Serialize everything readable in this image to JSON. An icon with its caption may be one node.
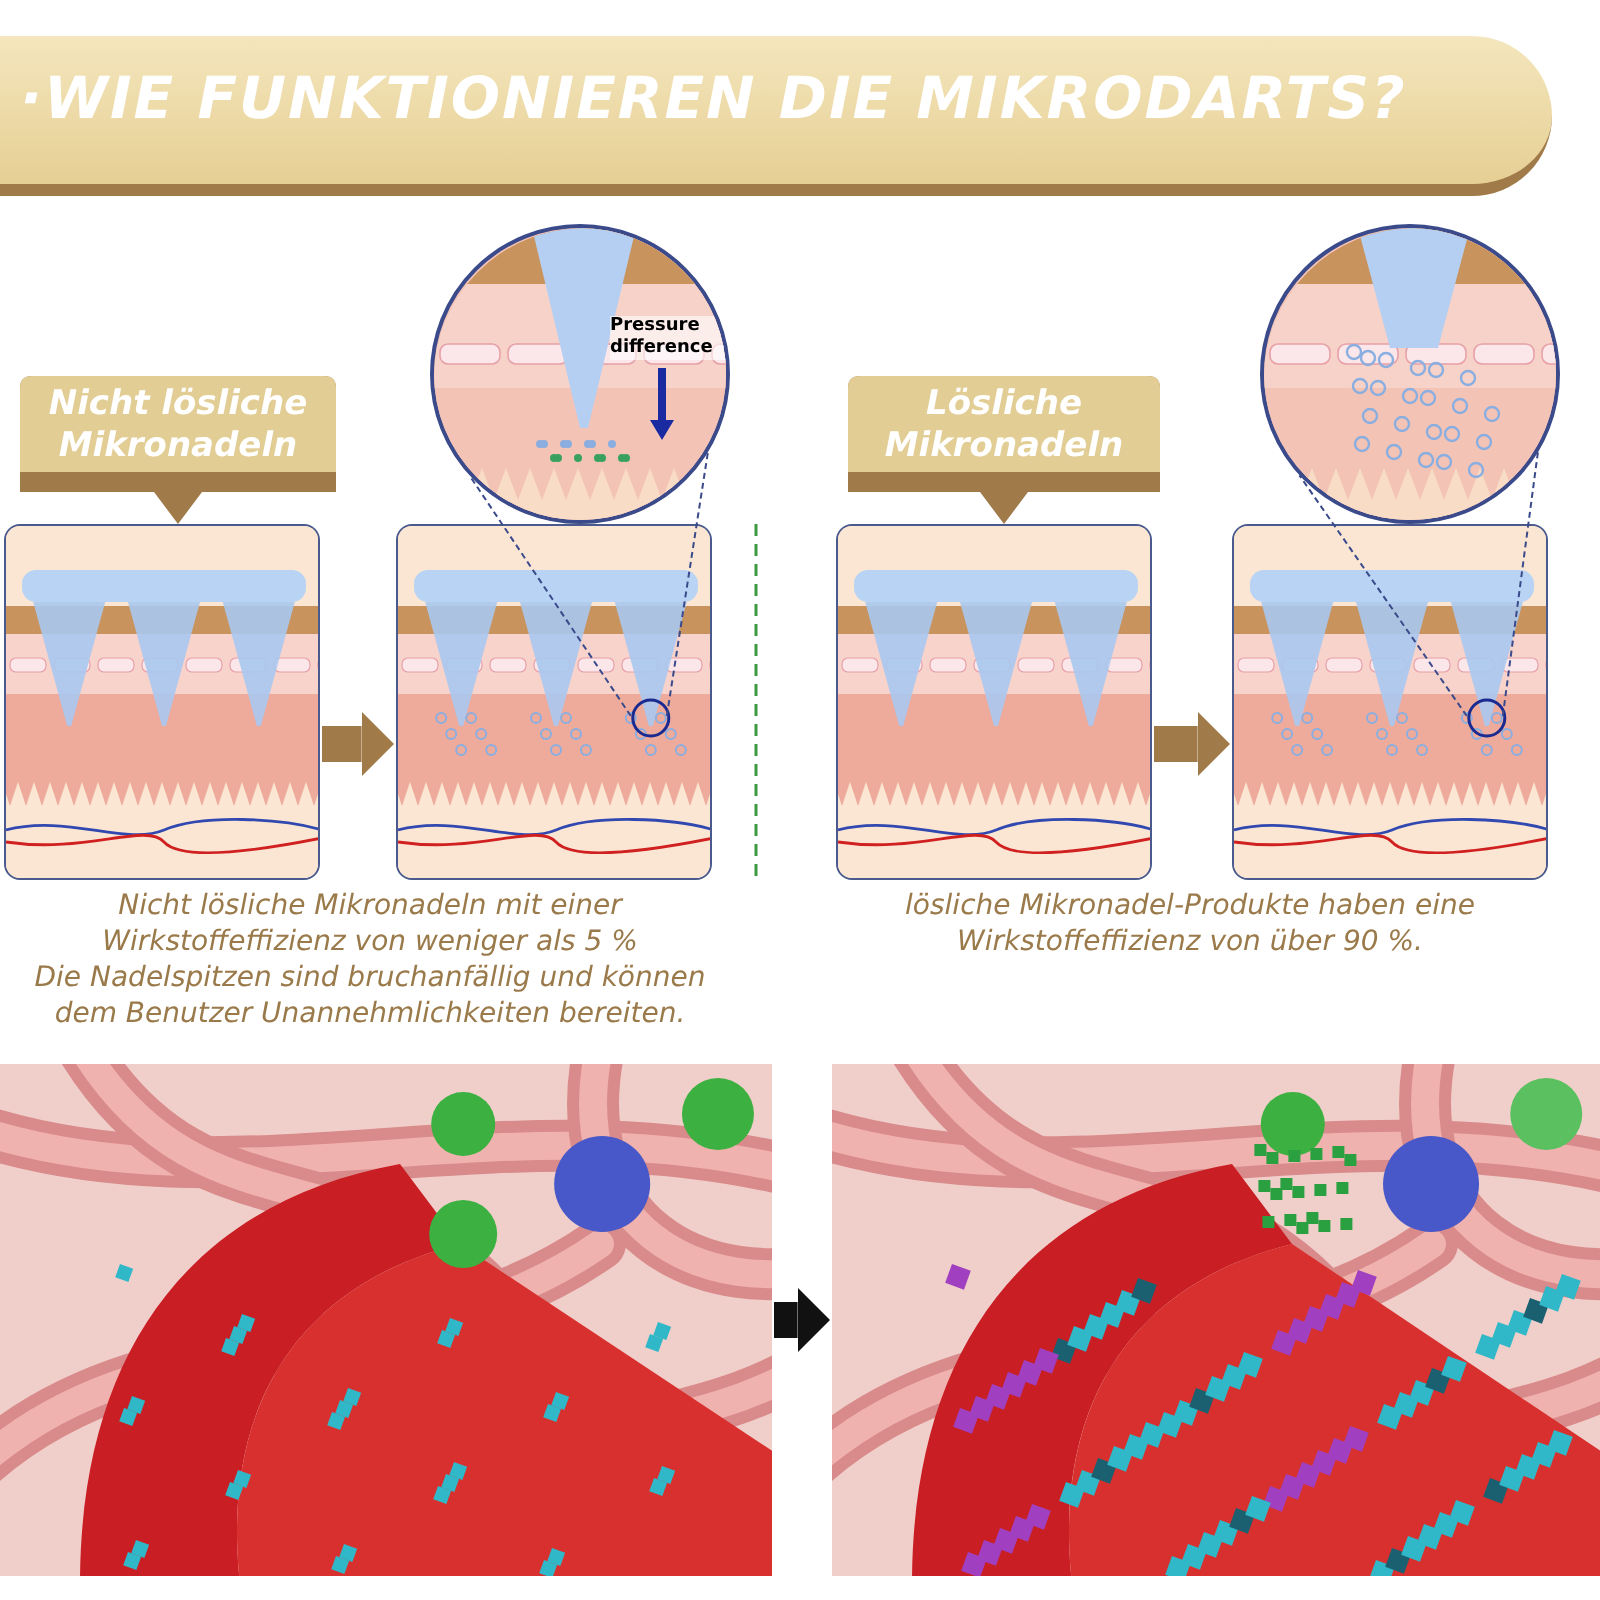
{
  "diagram": {
    "title": "·WIE FUNKTIONIEREN DIE MIKRODARTS?",
    "nodes": [
      {
        "text": [
          "Nicht lösliche Mikronadeln"
        ]
      },
      {
        "text": [],
        "shape": "picture"
      },
      {
        "text": [],
        "shape": "picture"
      },
      {
        "text": [
          "Pressure difference"
        ]
      },
      {
        "text": [
          "Lösliche Mikronadeln"
        ]
      },
      {
        "text": [],
        "shape": "picture"
      },
      {
        "text": [],
        "shape": "picture"
      },
      {
        "text": [],
        "shape": "picture"
      },
      {
        "text": [],
        "shape": "picture"
      },
      {
        "text": [],
        "shape": "picture"
      }
    ],
    "edges": [
      {
        "from": 1,
        "to": 2,
        "arrow": "to",
        "style": "thick",
        "color": "#a07a48"
      },
      {
        "from": 5,
        "to": 6,
        "arrow": "to",
        "style": "thick",
        "color": "#a07a48"
      },
      {
        "from": 8,
        "to": 9,
        "arrow": "to",
        "style": "thick",
        "color": "#111111"
      },
      {
        "from": 2,
        "to": 3,
        "arrow": "none",
        "style": "dashed"
      },
      {
        "from": 2,
        "to": 3,
        "arrow": "none",
        "style": "dashed"
      },
      {
        "from": 6,
        "to": 7,
        "arrow": "none",
        "style": "dashed"
      },
      {
        "from": 6,
        "to": 7,
        "arrow": "none",
        "style": "dashed"
      }
    ],
    "labels": [
      "Nicht lösliche Mikronadeln mit einer Wirkstoffeffizienz von weniger als 5 %",
      "Die Nadelspitzen sind bruchanfällig und können dem Benutzer Unannehmlichkeiten bereiten.",
      "lösliche Mikronadel-Produkte haben eine Wirkstoffeffizienz von über 90 %."
    ]
  }
}
